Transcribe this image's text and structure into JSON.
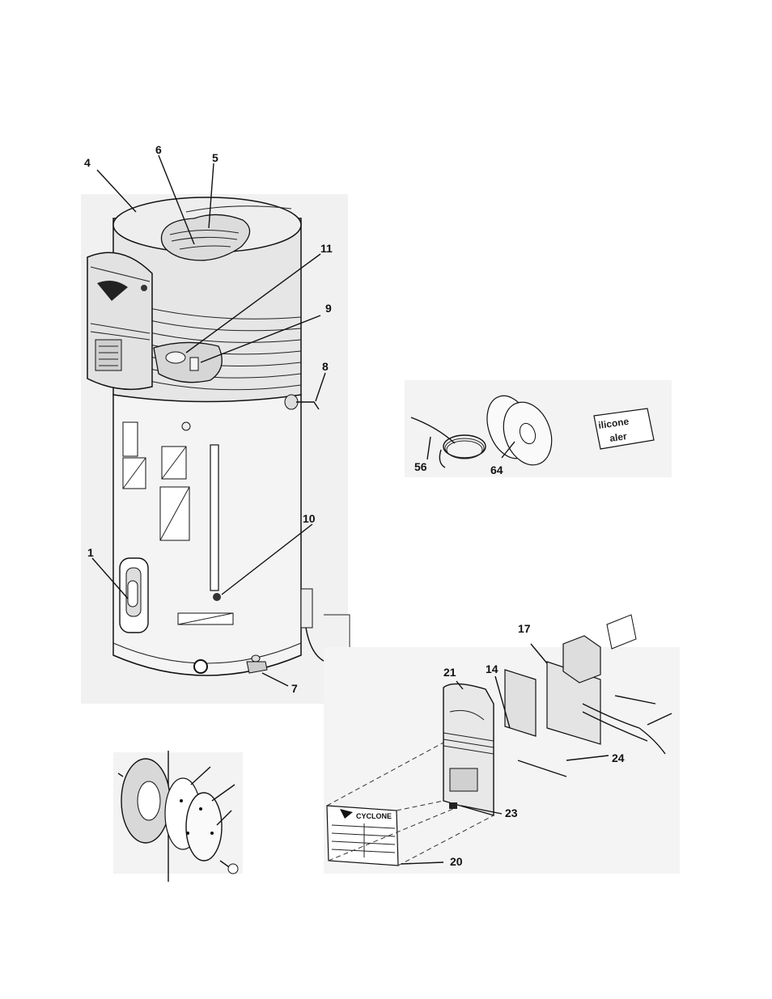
{
  "diagram": {
    "callouts": [
      "4",
      "6",
      "5",
      "11",
      "9",
      "8",
      "1",
      "10",
      "7",
      "56",
      "64",
      "17",
      "21",
      "14",
      "24",
      "23",
      "20"
    ],
    "tube_label": [
      "ilicone",
      "aler"
    ],
    "nameplate": {
      "brand": "CYCLONE"
    }
  }
}
